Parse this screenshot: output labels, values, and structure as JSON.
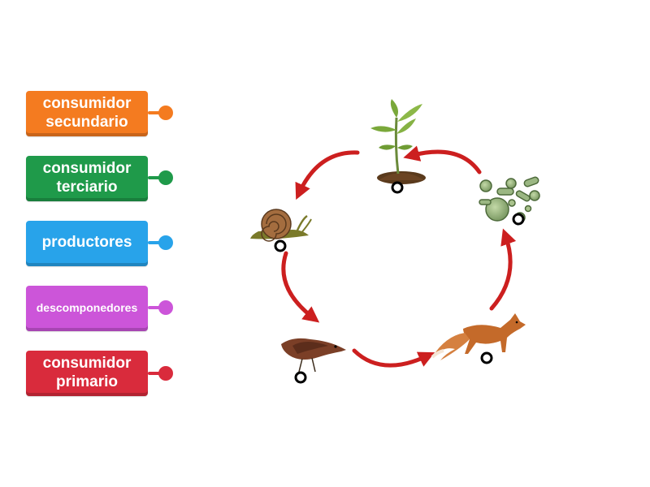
{
  "labels": [
    {
      "text": "consumidor\nsecundario",
      "color": "#f47b20"
    },
    {
      "text": "consumidor\nterciario",
      "color": "#1f9a4a"
    },
    {
      "text": "productores",
      "color": "#28a3ea"
    },
    {
      "text": "descomponedores",
      "color": "#cc55d9"
    },
    {
      "text": "consumidor\nprimario",
      "color": "#d92b3c"
    }
  ],
  "cycle_nodes": [
    "plant-icon",
    "bacteria-icon",
    "fox-icon",
    "bird-icon",
    "snail-icon"
  ],
  "arrow_color": "#cc1f1f"
}
